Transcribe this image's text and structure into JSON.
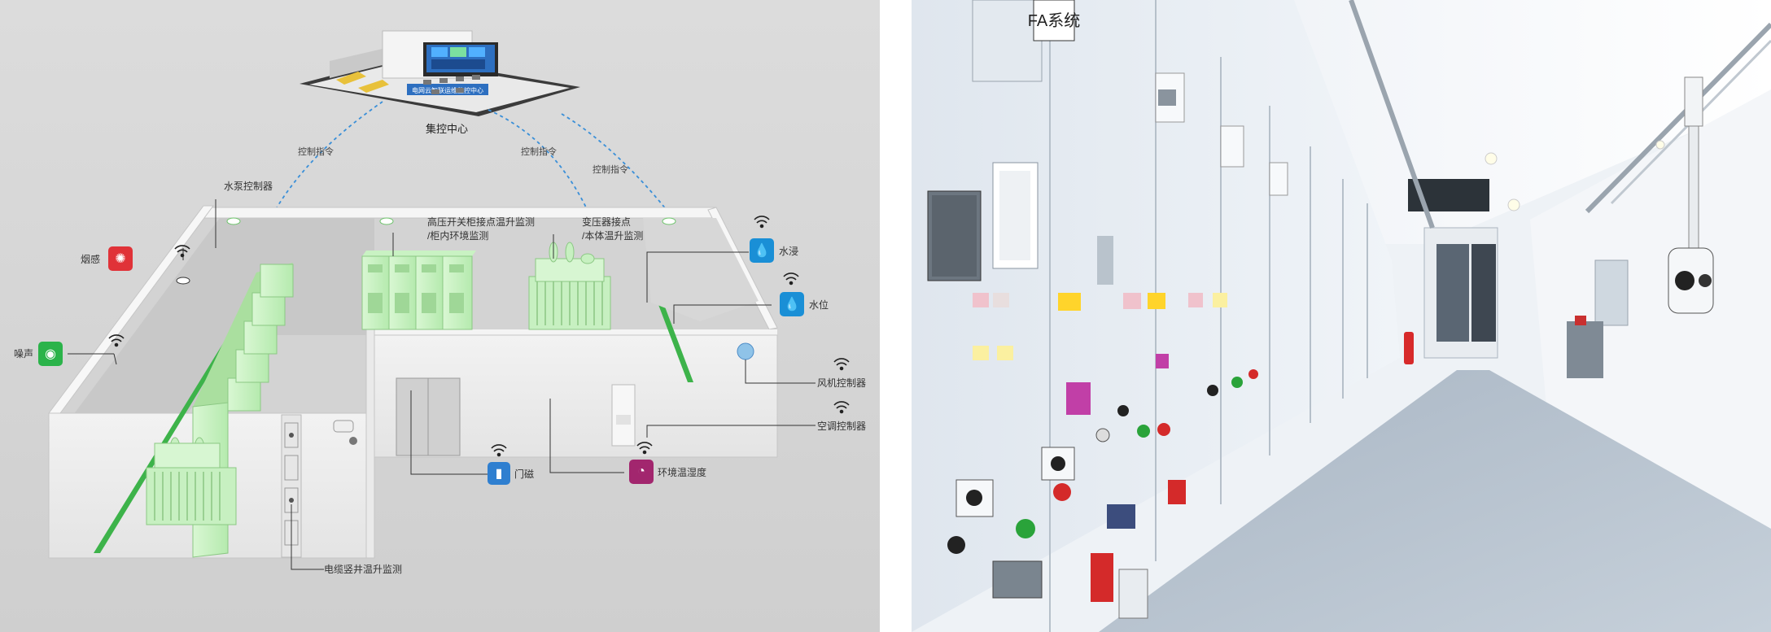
{
  "diagram": {
    "control_center": "集控中心",
    "control_center_sign": "电网云智联运维监控中心",
    "control_cmd_1": "控制指令",
    "control_cmd_2": "控制指令",
    "control_cmd_3": "控制指令",
    "pump_controller": "水泵控制器",
    "smoke": "烟感",
    "noise": "噪声",
    "hv_switch_label_1": "高压开关柜接点温升监测",
    "hv_switch_label_2": "/柜内环境监测",
    "transformer_label_1": "变压器接点",
    "transformer_label_2": "/本体温升监测",
    "water_immersion": "水浸",
    "water_level": "水位",
    "fan_controller": "风机控制器",
    "ac_controller": "空调控制器",
    "door_magnet": "门磁",
    "env_temp_humidity": "环境温湿度",
    "cable_shaft": "电缆竖井温升监测",
    "colors": {
      "smoke": "#e03238",
      "noise": "#2bb34a",
      "water": "#1a8fd6",
      "env": "#a2266e",
      "door": "#2f7fd0",
      "equipment_glow": "#8fe38a"
    }
  },
  "photo": {
    "fa_sign": "FA系统"
  }
}
